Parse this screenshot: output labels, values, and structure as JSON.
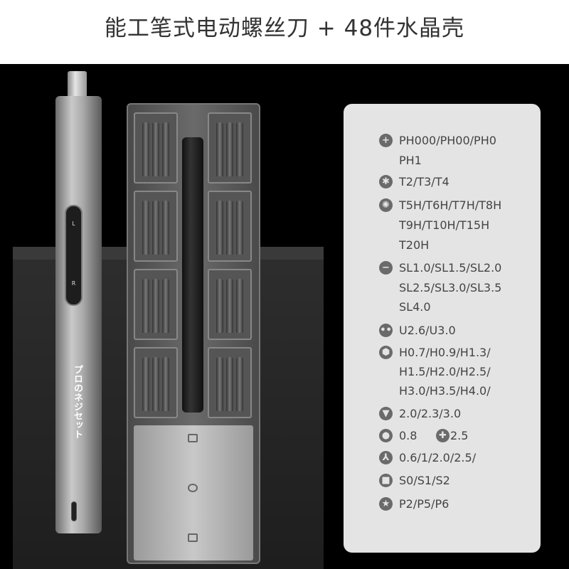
{
  "title": "能工笔式电动螺丝刀 + 48件水晶壳",
  "driver": {
    "switch_top": "L",
    "switch_bottom": "R",
    "brand": "プロのネジセット"
  },
  "spec_panel": {
    "items": [
      {
        "icon": "phillips-icon",
        "glyph": "+",
        "lines": [
          "PH000/PH00/PH0",
          "PH1"
        ]
      },
      {
        "icon": "torx-icon",
        "glyph": "✱",
        "lines": [
          "T2/T3/T4"
        ]
      },
      {
        "icon": "torx-security-icon",
        "glyph": "✺",
        "lines": [
          "T5H/T6H/T7H/T8H",
          "T9H/T10H/T15H",
          "T20H"
        ]
      },
      {
        "icon": "slotted-icon",
        "glyph": "−",
        "lines": [
          "SL1.0/SL1.5/SL2.0",
          "SL2.5/SL3.0/SL3.5",
          "SL4.0"
        ]
      },
      {
        "icon": "u-type-icon",
        "glyph": "••",
        "lines": [
          "U2.6/U3.0"
        ]
      },
      {
        "icon": "hex-icon",
        "glyph": "⬢",
        "lines": [
          "H0.7/H0.9/H1.3/",
          "H1.5/H2.0/H2.5/",
          "H3.0/H3.5/H4.0/"
        ]
      },
      {
        "icon": "triangle-icon",
        "glyph": "▼",
        "lines": [
          "2.0/2.3/3.0"
        ]
      },
      {
        "icon": "round-icon",
        "glyph": "●",
        "lines": [
          "0.8"
        ],
        "extra_icon": "cross-icon",
        "extra_glyph": "✚",
        "extra": "2.5"
      },
      {
        "icon": "tri-wing-icon",
        "glyph": "⅄",
        "lines": [
          "0.6/1/2.0/2.5/"
        ]
      },
      {
        "icon": "square-icon",
        "glyph": "■",
        "lines": [
          "S0/S1/S2"
        ]
      },
      {
        "icon": "pentalobe-icon",
        "glyph": "★",
        "lines": [
          "P2/P5/P6"
        ]
      }
    ]
  }
}
